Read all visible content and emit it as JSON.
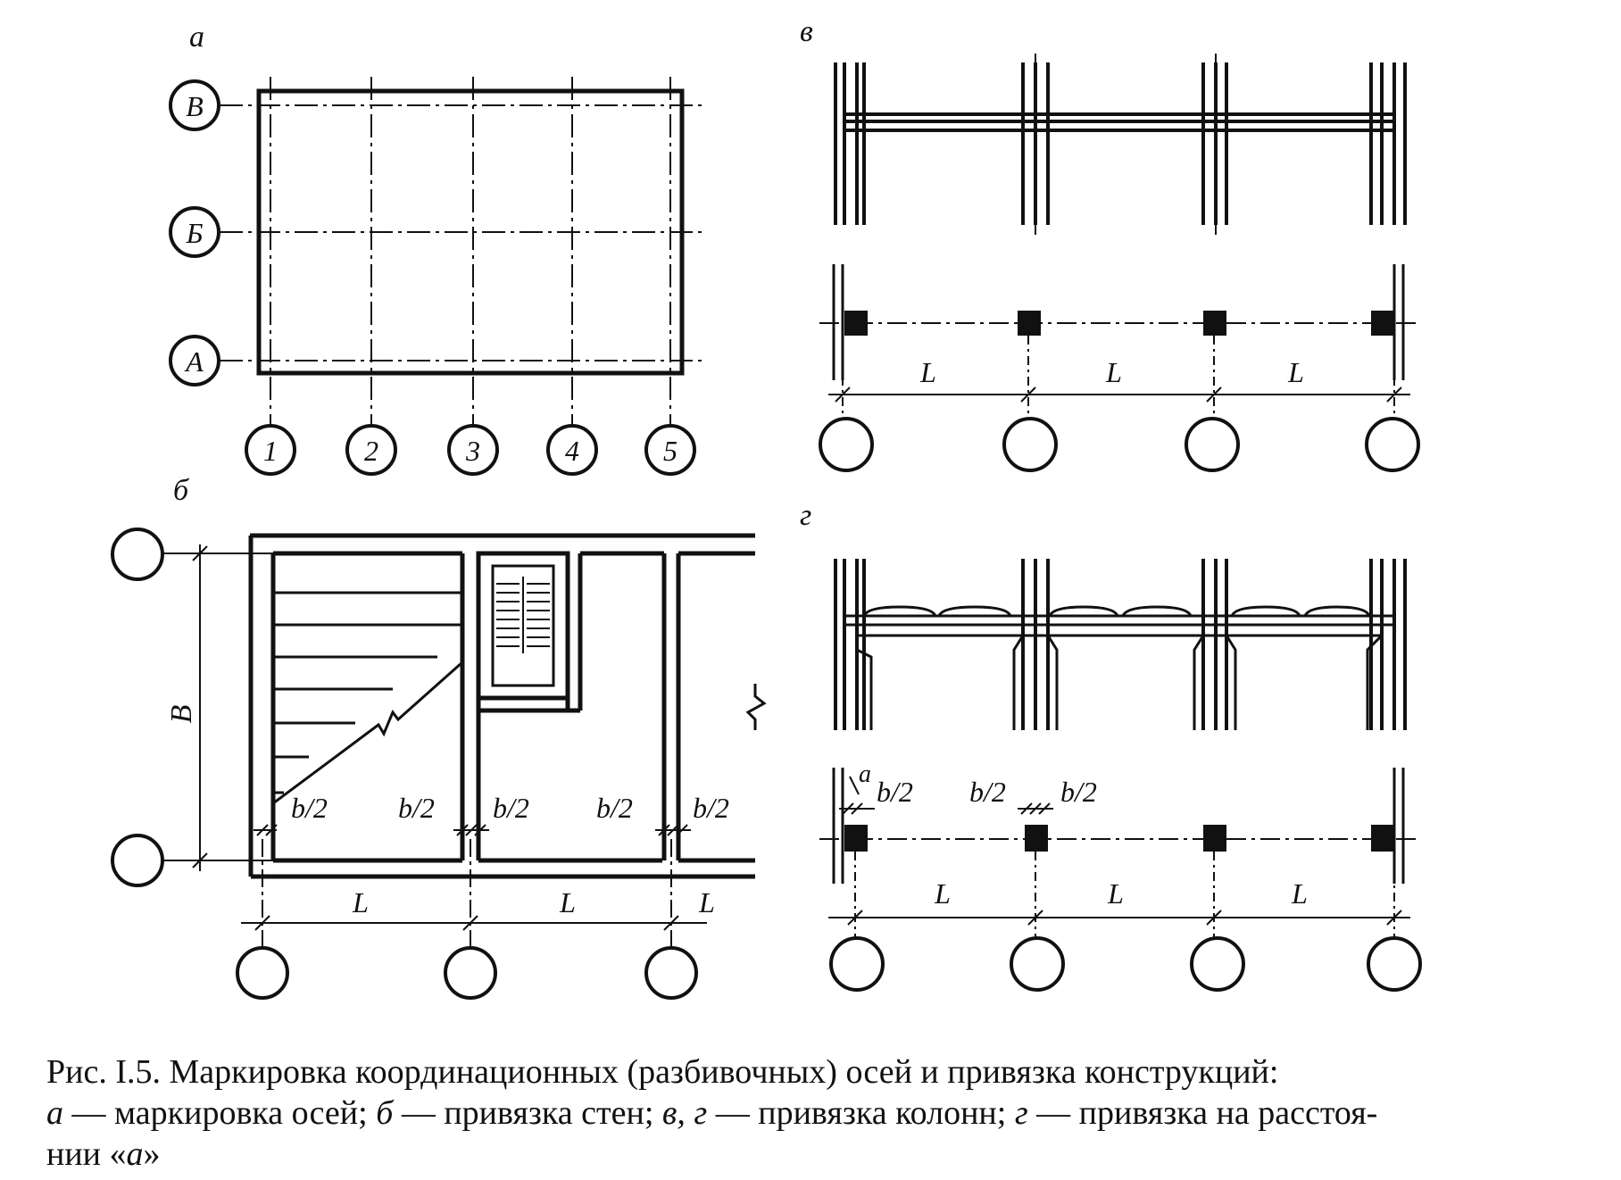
{
  "panels": {
    "a": {
      "label": "а",
      "row_marks": [
        "В",
        "Б",
        "А"
      ],
      "column_marks": [
        "1",
        "2",
        "3",
        "4",
        "5"
      ]
    },
    "b": {
      "label": "б",
      "height_label": "В",
      "half_label": "b/2",
      "span_label": "L"
    },
    "v": {
      "label": "в",
      "span_label": "L"
    },
    "g": {
      "label": "г",
      "offset_label": "а",
      "half_label": "b/2",
      "span_label": "L"
    }
  },
  "caption": {
    "line1": "Рис. I.5. Маркировка координационных (разбивочных) осей и привязка конструкций:",
    "line2_parts": [
      {
        "text": "а",
        "italic": true
      },
      {
        "text": " — маркировка осей; ",
        "italic": false
      },
      {
        "text": "б",
        "italic": true
      },
      {
        "text": " — привязка стен; ",
        "italic": false
      },
      {
        "text": "в, г",
        "italic": true
      },
      {
        "text": " — привязка колонн; ",
        "italic": false
      },
      {
        "text": "г",
        "italic": true
      },
      {
        "text": " — привязка на расстоя-",
        "italic": false
      }
    ],
    "line3_parts": [
      {
        "text": "нии «",
        "italic": false
      },
      {
        "text": "а",
        "italic": true
      },
      {
        "text": "»",
        "italic": false
      }
    ]
  }
}
